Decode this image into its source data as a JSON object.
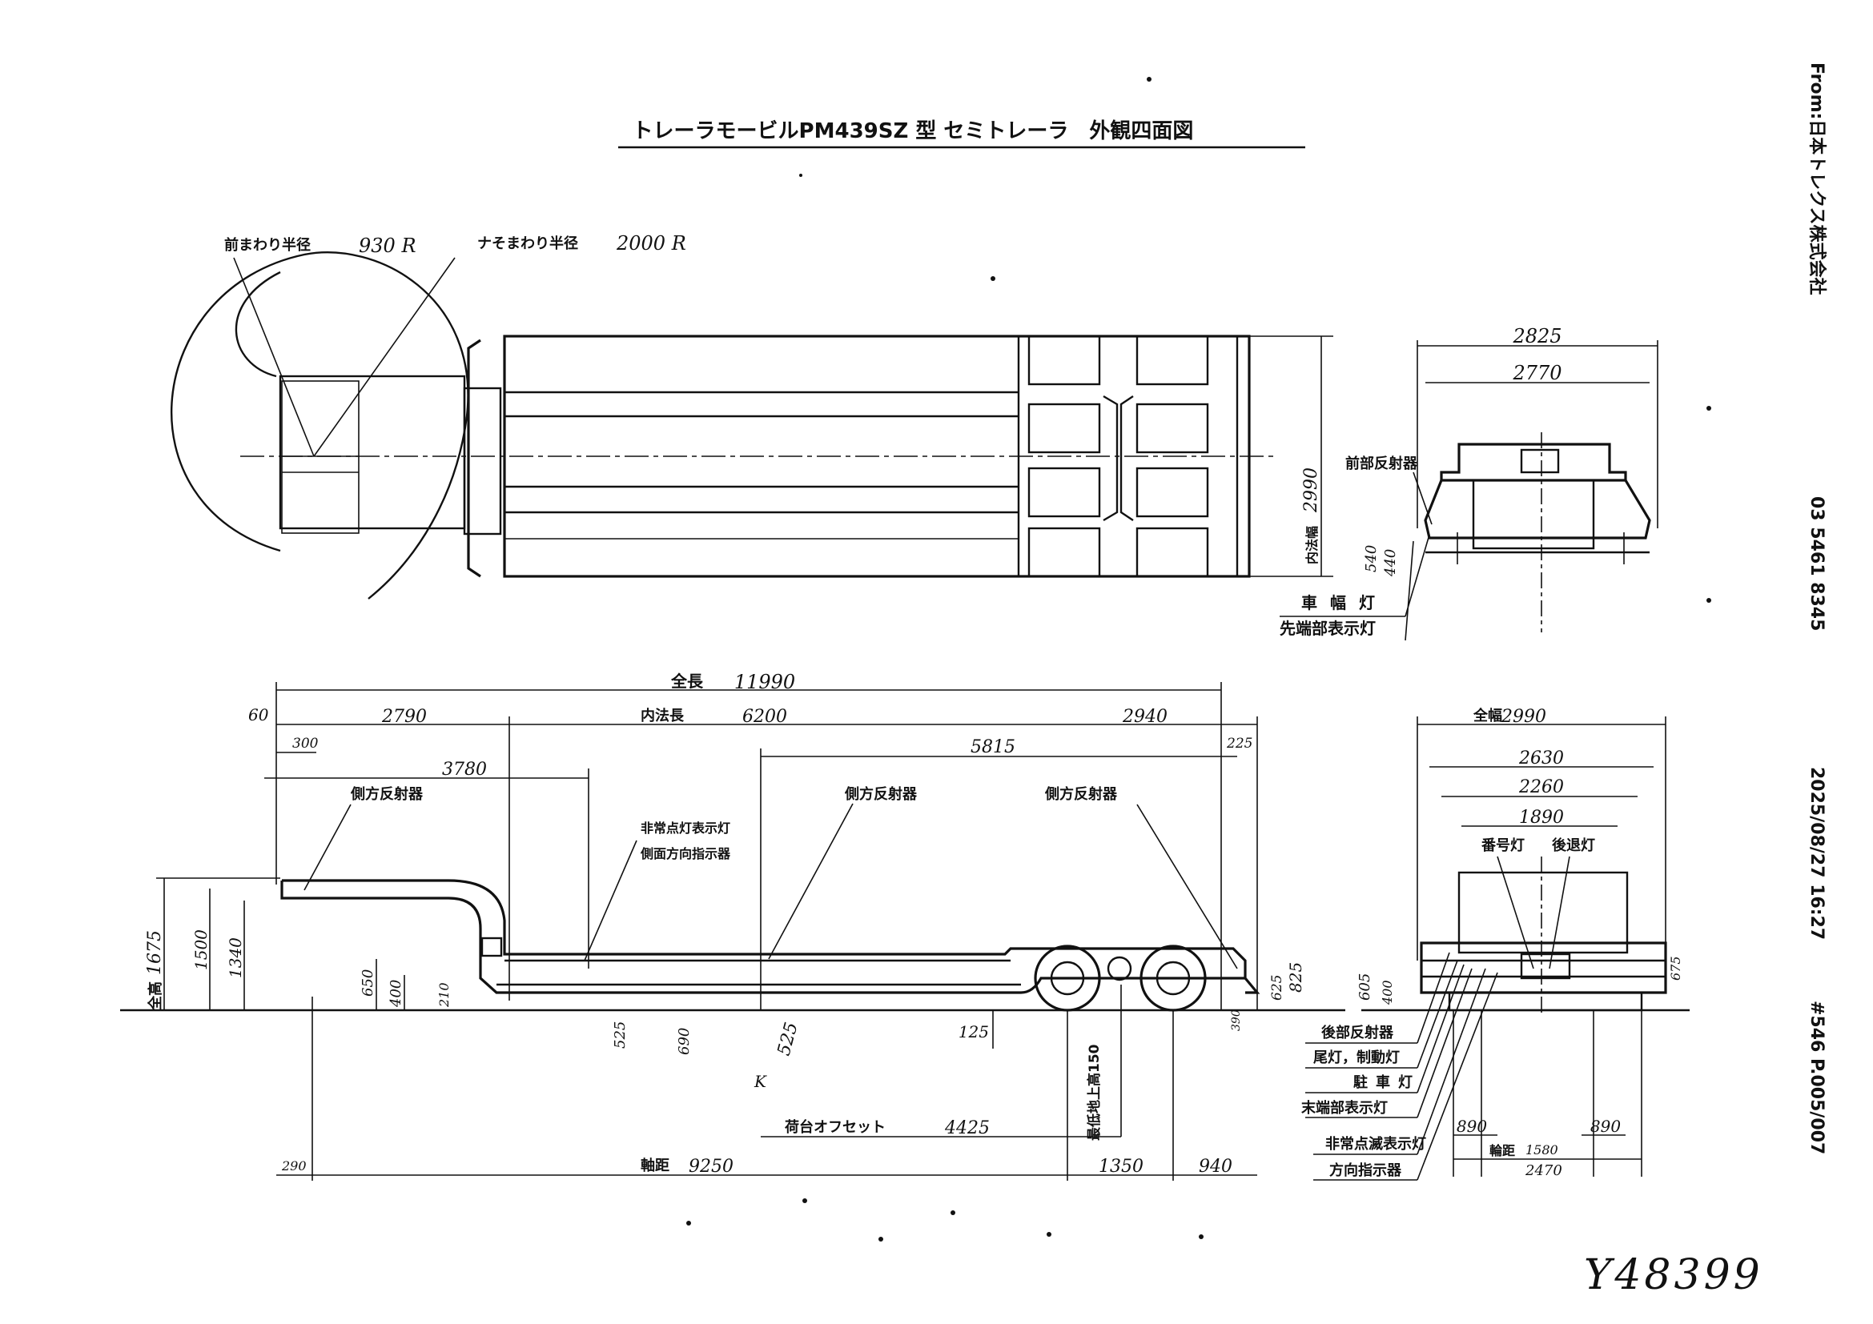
{
  "title": "トレーラモービルPM439SZ 型 セミトレーラ　外観四面図",
  "fax_header": {
    "from": "From:日本トレクス株式会社",
    "phone": "03 5461 8345",
    "datetime": "2025/08/27 16:27",
    "page": "#546 P.005/007"
  },
  "handwritten_id": "Y48399",
  "plan_view": {
    "turn_inner_label": "前まわり半径",
    "turn_inner_value": "930 R",
    "turn_outer_label": "ナそまわり半径",
    "turn_outer_value": "2000 R",
    "inner_width_label": "内法幅",
    "inner_width_value": "2990"
  },
  "front_view": {
    "overall_width": "2825",
    "inner_width": "2770",
    "front_reflector": "前部反射器",
    "dim_540": "540",
    "dim_440": "440",
    "width_lamp": "車幅灯",
    "front_end_lamp": "先端部表示灯"
  },
  "side_view": {
    "overall_length_label": "全長",
    "overall_length": "11990",
    "d60": "60",
    "d2790": "2790",
    "inner_length_label": "内法長",
    "inner_length": "6200",
    "d2940": "2940",
    "d300": "300",
    "d3780": "3780",
    "d5815": "5815",
    "d225": "225",
    "side_reflector_1": "側方反射器",
    "side_reflector_2": "側方反射器",
    "side_reflector_3": "側方反射器",
    "side_lamp_1": "非常点灯表示灯",
    "side_lamp_2": "側面方向指示器",
    "height_label": "全高",
    "height": "1675",
    "d1500": "1500",
    "d1340": "1340",
    "d650": "650",
    "d400": "400",
    "d210": "210",
    "d525a": "525",
    "d690": "690",
    "d525b": "525",
    "d125": "125",
    "d825": "825",
    "d625": "625",
    "d390": "390",
    "ground_clearance": "最低地上高150",
    "deck_offset_label": "荷台オフセット",
    "deck_offset": "4425",
    "wheelbase_label": "軸距",
    "wheelbase": "9250",
    "d1350": "1350",
    "d940": "940",
    "d290": "290",
    "fifth_wheel_mark": "K"
  },
  "rear_view": {
    "overall_width_label": "全幅",
    "overall_width": "2990",
    "d2630": "2630",
    "d2260": "2260",
    "d1890": "1890",
    "plate_lamp": "番号灯",
    "reverse_lamp": "後退灯",
    "d605": "605",
    "d400": "400",
    "d675": "675",
    "rear_reflector": "後部反射器",
    "tail_lamp": "尾灯，制動灯",
    "parking_lamp": "駐車灯",
    "rear_end_lamp": "末端部表示灯",
    "hazard_lamp": "非常点滅表示灯",
    "turn_signal": "方向指示器",
    "d890a": "890",
    "track_label": "輪距",
    "track": "1580",
    "d890b": "890",
    "d2470": "2470"
  }
}
